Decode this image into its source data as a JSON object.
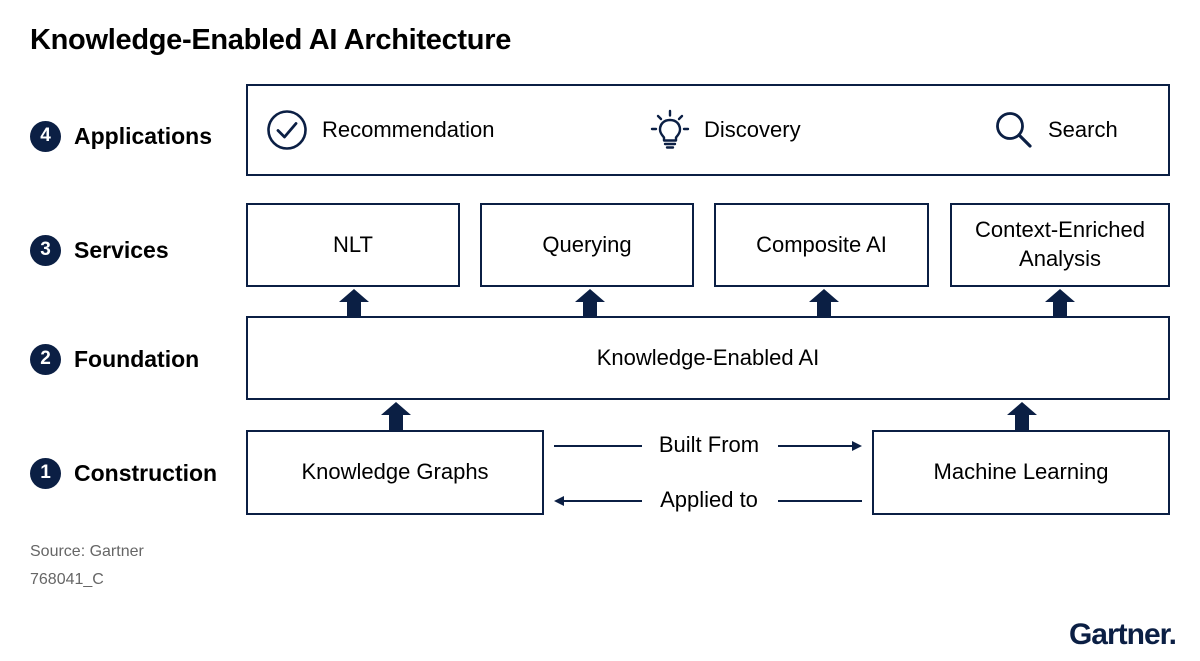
{
  "title": "Knowledge-Enabled AI Architecture",
  "layers": [
    {
      "number": "4",
      "name": "Applications"
    },
    {
      "number": "3",
      "name": "Services"
    },
    {
      "number": "2",
      "name": "Foundation"
    },
    {
      "number": "1",
      "name": "Construction"
    }
  ],
  "applications": [
    {
      "label": "Recommendation",
      "icon": "checkmark-circle-icon"
    },
    {
      "label": "Discovery",
      "icon": "lightbulb-icon"
    },
    {
      "label": "Search",
      "icon": "magnifier-icon"
    }
  ],
  "services": [
    "NLT",
    "Querying",
    "Composite AI",
    "Context-Enriched Analysis"
  ],
  "foundation": "Knowledge-Enabled AI",
  "construction": {
    "left": "Knowledge Graphs",
    "right": "Machine Learning",
    "forward_label": "Built From",
    "backward_label": "Applied to"
  },
  "source": "Source: Gartner",
  "figure_id": "768041_C",
  "logo": "Gartner.",
  "colors": {
    "navy": "#0b1f44",
    "text": "#000000",
    "muted": "#666666"
  }
}
